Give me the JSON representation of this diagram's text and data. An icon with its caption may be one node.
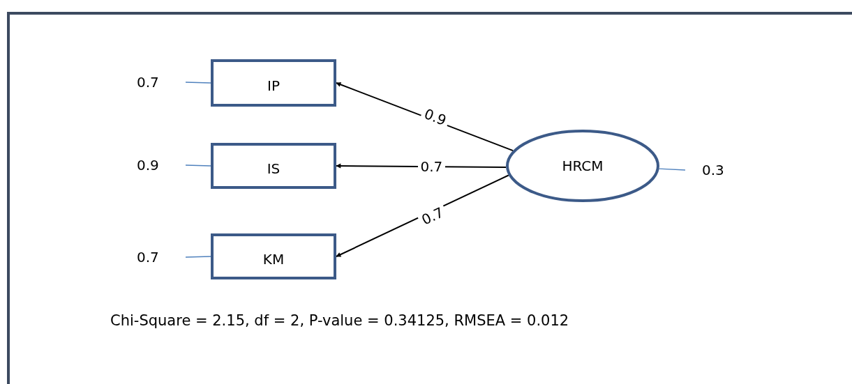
{
  "diagram": {
    "caption": "Chi-Square = 2.15, df = 2, P-value = 0.34125, RMSEA = 0.012",
    "nodes": [
      {
        "text": [
          "0.7"
        ]
      },
      {
        "text": [
          "IP"
        ]
      },
      {
        "text": [
          "0.9"
        ]
      },
      {
        "text": [
          "IS"
        ]
      },
      {
        "text": [
          "0.7"
        ]
      },
      {
        "text": [
          "KM"
        ]
      },
      {
        "text": [
          "HRCM"
        ]
      },
      {
        "text": [
          "0.3"
        ]
      }
    ],
    "edges": [
      {
        "from": 6,
        "to": 1,
        "arrow": "to",
        "label": "0.9",
        "color": "#000000"
      },
      {
        "from": 6,
        "to": 3,
        "arrow": "to",
        "label": "0.7",
        "color": "#000000"
      },
      {
        "from": 6,
        "to": 5,
        "arrow": "to",
        "label": "0.7",
        "color": "#000000"
      },
      {
        "from": 0,
        "to": 1,
        "arrow": "none",
        "color": "#4f81bd"
      },
      {
        "from": 2,
        "to": 3,
        "arrow": "none",
        "color": "#4f81bd"
      },
      {
        "from": 4,
        "to": 5,
        "arrow": "none",
        "color": "#4f81bd"
      },
      {
        "from": 6,
        "to": 7,
        "arrow": "none",
        "color": "#4f81bd"
      }
    ]
  }
}
